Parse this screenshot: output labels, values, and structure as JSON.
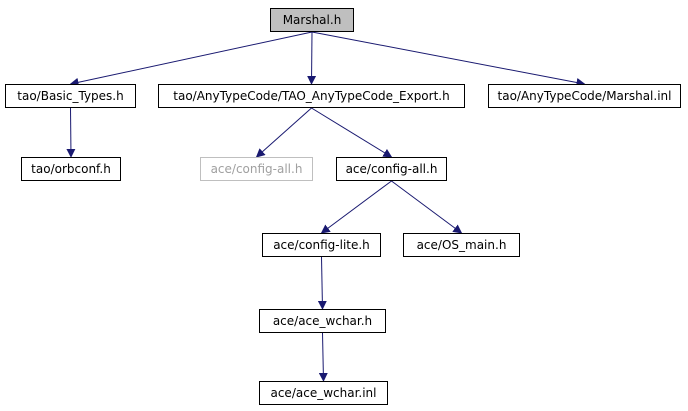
{
  "diagram": {
    "nodes": {
      "marshal_h": "Marshal.h",
      "basic_types": "tao/Basic_Types.h",
      "tao_export": "tao/AnyTypeCode/TAO_AnyTypeCode_Export.h",
      "marshal_inl": "tao/AnyTypeCode/Marshal.inl",
      "orbconf": "tao/orbconf.h",
      "config_all_missing": "ace/config-all.h",
      "config_all": "ace/config-all.h",
      "config_lite": "ace/config-lite.h",
      "os_main": "ace/OS_main.h",
      "ace_wchar_h": "ace/ace_wchar.h",
      "ace_wchar_inl": "ace/ace_wchar.inl"
    },
    "edges": [
      [
        "marshal_h",
        "basic_types"
      ],
      [
        "marshal_h",
        "tao_export"
      ],
      [
        "marshal_h",
        "marshal_inl"
      ],
      [
        "basic_types",
        "orbconf"
      ],
      [
        "tao_export",
        "config_all_missing"
      ],
      [
        "tao_export",
        "config_all"
      ],
      [
        "config_all",
        "config_lite"
      ],
      [
        "config_all",
        "os_main"
      ],
      [
        "config_lite",
        "ace_wchar_h"
      ],
      [
        "ace_wchar_h",
        "ace_wchar_inl"
      ]
    ],
    "colors": {
      "edge": "#191970",
      "current_fill": "#bfbfbf",
      "border": "#000000",
      "missing_border": "#bfbfbf",
      "missing_text": "#a0a0a0"
    }
  }
}
